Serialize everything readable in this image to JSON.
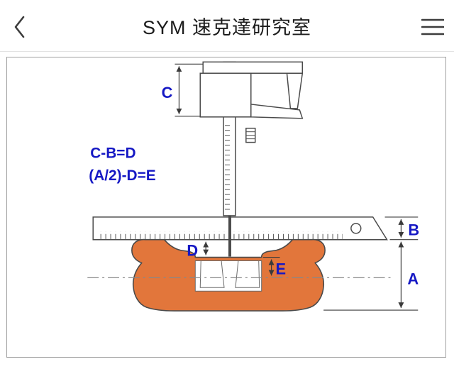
{
  "header": {
    "title": "SYM 速克達研究室",
    "back_label": "back",
    "menu_label": "menu"
  },
  "diagram": {
    "formula_line1": "C-B=D",
    "formula_line2": "(A/2)-D=E",
    "labels": {
      "c": "C",
      "b": "B",
      "a": "A",
      "d": "D",
      "e": "E"
    },
    "colors": {
      "label_blue": "#1518c4",
      "rim_fill": "#e2763b",
      "line_dark": "#4a4a4a"
    }
  }
}
